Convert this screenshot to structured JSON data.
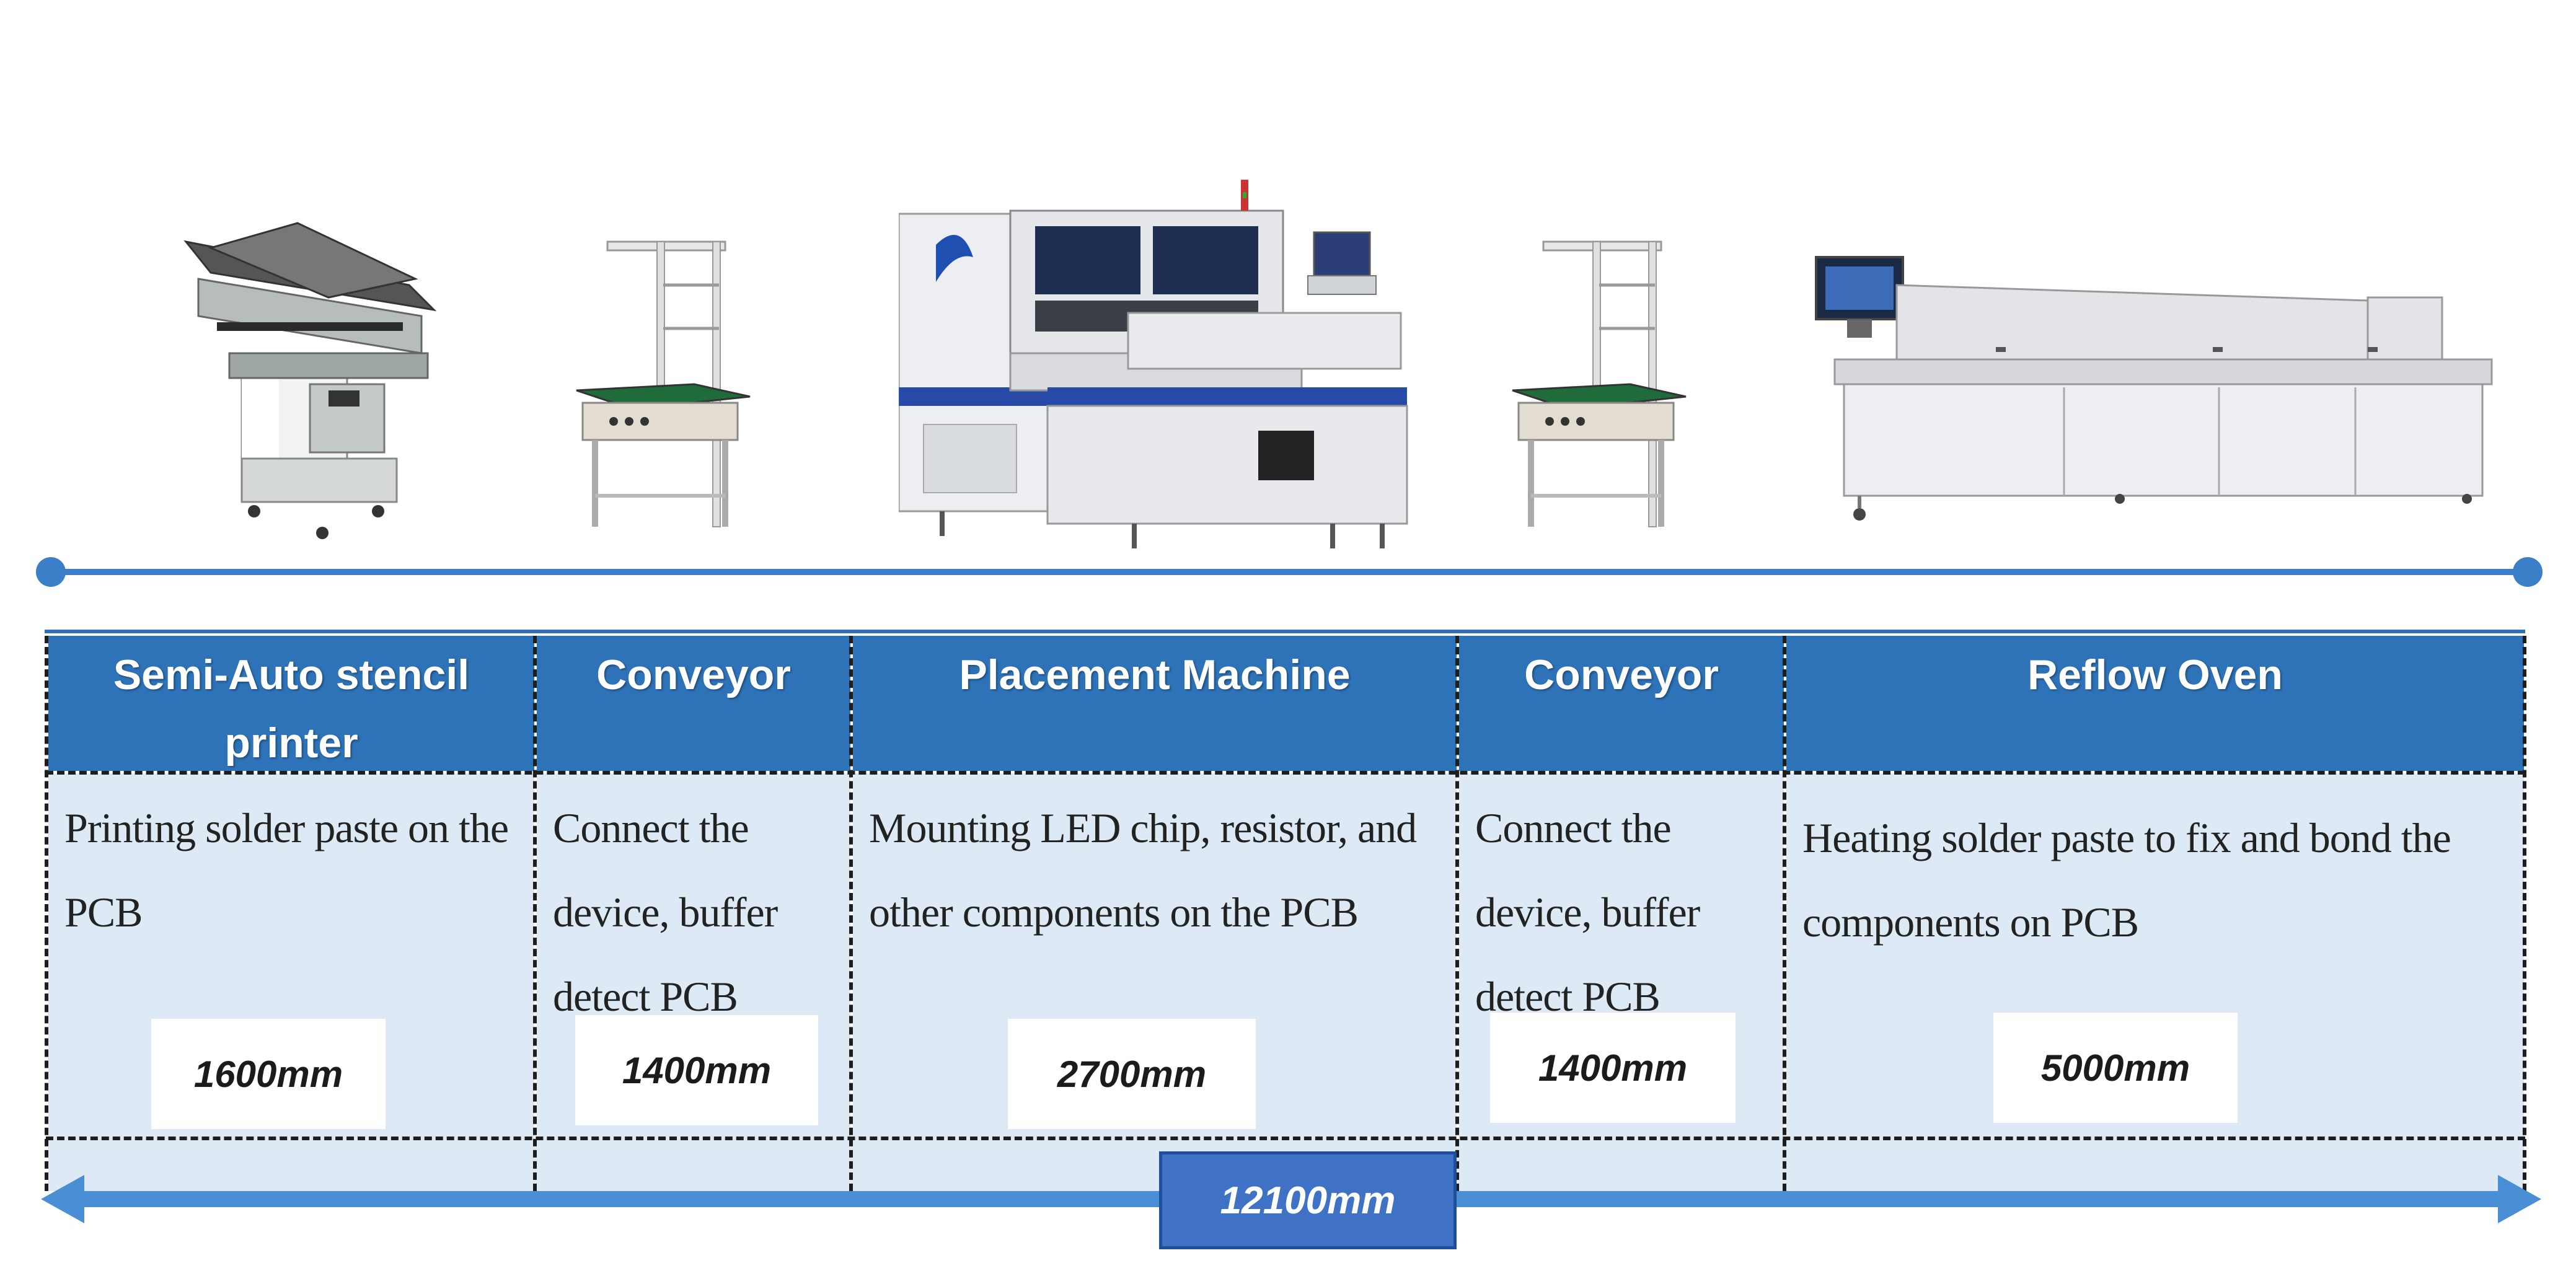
{
  "stages": [
    {
      "title": "Semi-Auto stencil printer",
      "description": "Printing solder paste on the PCB",
      "length": "1600mm"
    },
    {
      "title": "Conveyor",
      "description": "Connect the device, buffer detect PCB",
      "length": "1400mm"
    },
    {
      "title": "Placement Machine",
      "description": "Mounting LED chip, resistor, and other components on the PCB",
      "length": "2700mm"
    },
    {
      "title": "Conveyor",
      "description": "Connect the device, buffer detect PCB",
      "length": "1400mm"
    },
    {
      "title": "Reflow Oven",
      "description": "Heating solder paste to fix and bond the components on PCB",
      "length": "5000mm"
    }
  ],
  "total_length": "12100mm",
  "colors": {
    "header_blue": "#2e73b8",
    "body_light_blue": "#dde9f5",
    "timeline_blue": "#3b7fc9",
    "total_box_blue": "#3f72c4"
  },
  "machine_images": [
    "stencil-printer-image",
    "conveyor-image",
    "placement-machine-image",
    "conveyor-image",
    "reflow-oven-image"
  ]
}
